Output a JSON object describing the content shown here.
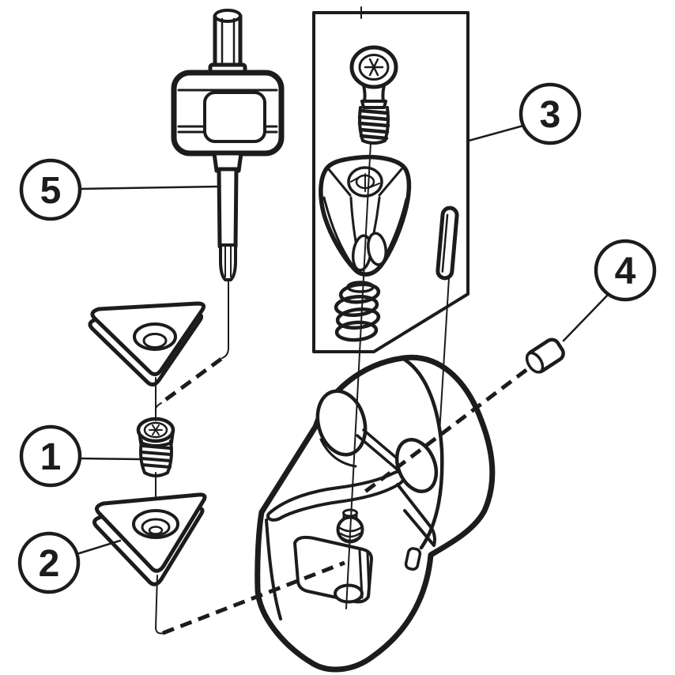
{
  "diagram": {
    "title": "exploded-assembly-diagram",
    "background": "#ffffff",
    "line_color": "#1c1c1c",
    "callouts": [
      {
        "id": "callout-1",
        "label": "1"
      },
      {
        "id": "callout-2",
        "label": "2"
      },
      {
        "id": "callout-3",
        "label": "3"
      },
      {
        "id": "callout-4",
        "label": "4"
      },
      {
        "id": "callout-5",
        "label": "5"
      }
    ]
  }
}
